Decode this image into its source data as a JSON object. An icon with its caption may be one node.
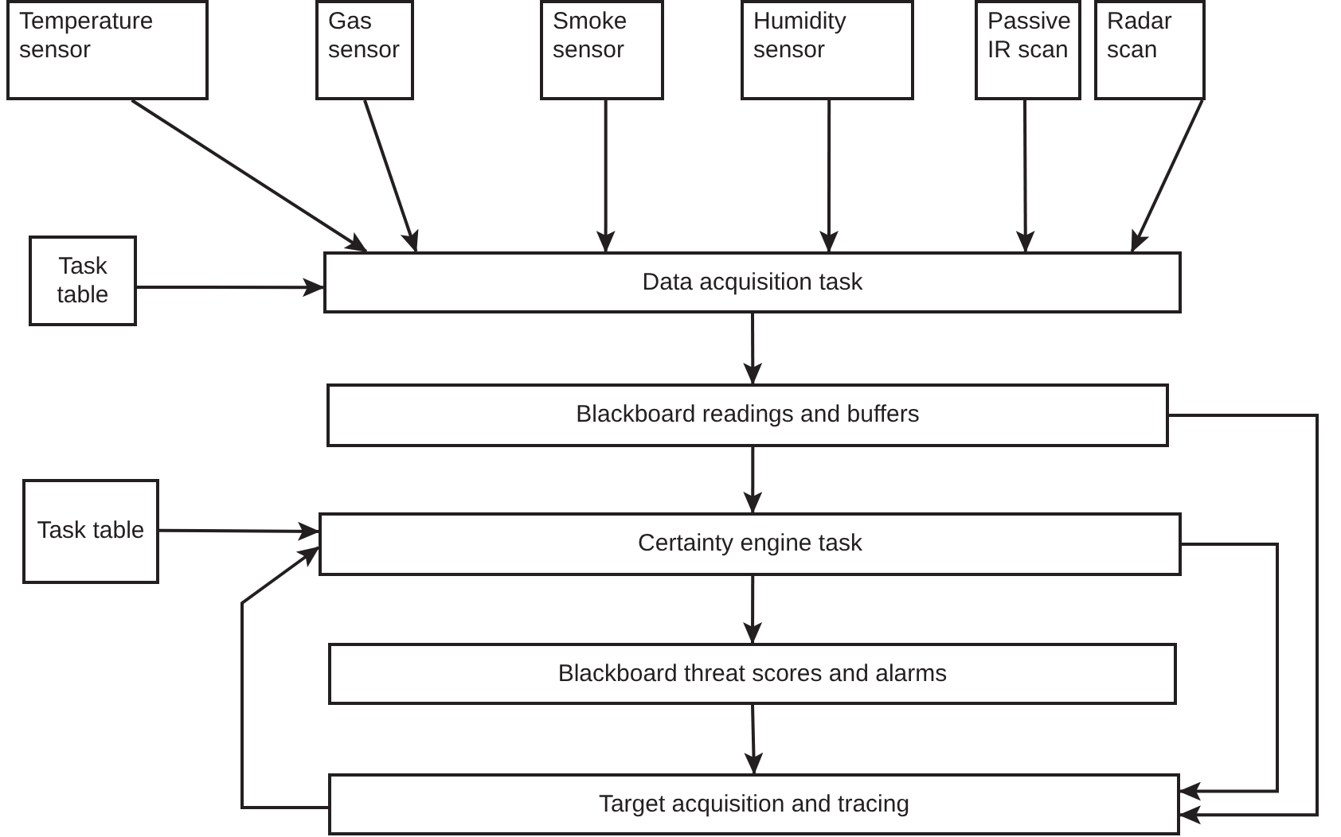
{
  "diagram": {
    "nodes": [
      {
        "text": [
          "Temperature sensor"
        ]
      },
      {
        "text": [
          "Gas sensor"
        ]
      },
      {
        "text": [
          "Smoke sensor"
        ]
      },
      {
        "text": [
          "Humidity sensor"
        ]
      },
      {
        "text": [
          "Passive IR scan"
        ]
      },
      {
        "text": [
          "Radar scan"
        ]
      },
      {
        "text": [
          "Task table"
        ]
      },
      {
        "text": [
          "Data acquisition task"
        ]
      },
      {
        "text": [
          "Blackboard readings and buffers"
        ]
      },
      {
        "text": [
          "Task table"
        ]
      },
      {
        "text": [
          "Certainty engine task"
        ]
      },
      {
        "text": [
          "Blackboard threat scores and alarms"
        ]
      },
      {
        "text": [
          "Target acquisition and tracing"
        ]
      }
    ],
    "edges": [
      {
        "from": 0,
        "to": 7,
        "arrow": "to"
      },
      {
        "from": 1,
        "to": 7,
        "arrow": "to"
      },
      {
        "from": 2,
        "to": 7,
        "arrow": "to"
      },
      {
        "from": 3,
        "to": 7,
        "arrow": "to"
      },
      {
        "from": 4,
        "to": 7,
        "arrow": "to"
      },
      {
        "from": 5,
        "to": 7,
        "arrow": "to"
      },
      {
        "from": 6,
        "to": 7,
        "arrow": "to"
      },
      {
        "from": 7,
        "to": 8,
        "arrow": "to"
      },
      {
        "from": 8,
        "to": 10,
        "arrow": "to"
      },
      {
        "from": 9,
        "to": 10,
        "arrow": "to"
      },
      {
        "from": 10,
        "to": 11,
        "arrow": "to"
      },
      {
        "from": 11,
        "to": 12,
        "arrow": "to"
      },
      {
        "from": 8,
        "to": 12,
        "arrow": "to"
      },
      {
        "from": 10,
        "to": 12,
        "arrow": "to"
      },
      {
        "from": 12,
        "to": 10,
        "arrow": "to"
      }
    ]
  }
}
